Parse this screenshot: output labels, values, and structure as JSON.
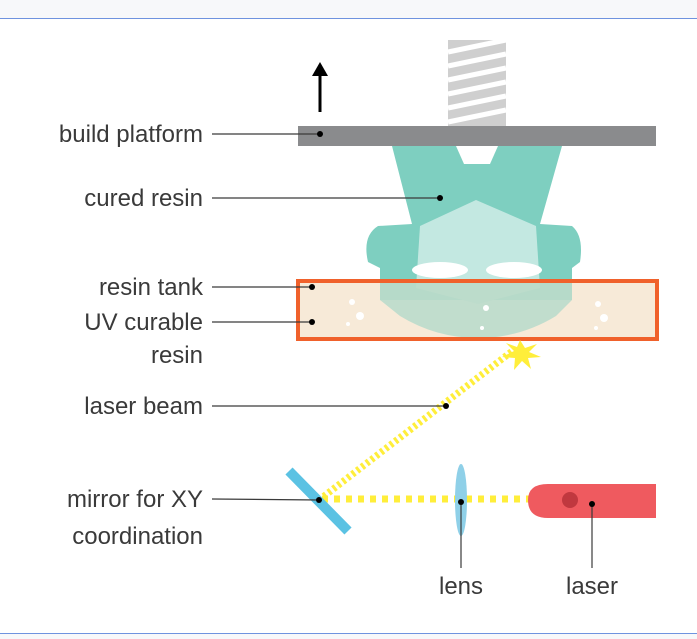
{
  "labels": {
    "build_platform": "build platform",
    "cured_resin": "cured resin",
    "resin_tank": "resin tank",
    "uv_curable_line1": "UV curable",
    "uv_curable_line2": "resin",
    "laser_beam": "laser beam",
    "mirror_line1": "mirror for XY",
    "mirror_line2": "coordination",
    "lens": "lens",
    "laser": "laser"
  },
  "colors": {
    "platform": "#8a8b8d",
    "screw": "#cfcfcf",
    "cured_resin": "#7ecfc0",
    "cured_resin_light": "#cfece6",
    "tank_border": "#f0612b",
    "tank_fill": "#f6e6d1",
    "beam": "#ffee3a",
    "mirror": "#5bc2e3",
    "lens": "#8fd0e8",
    "laser_body": "#ef5a5f",
    "laser_dot": "#c0383f",
    "leader": "#3a3a3a",
    "arrow": "#000000"
  }
}
